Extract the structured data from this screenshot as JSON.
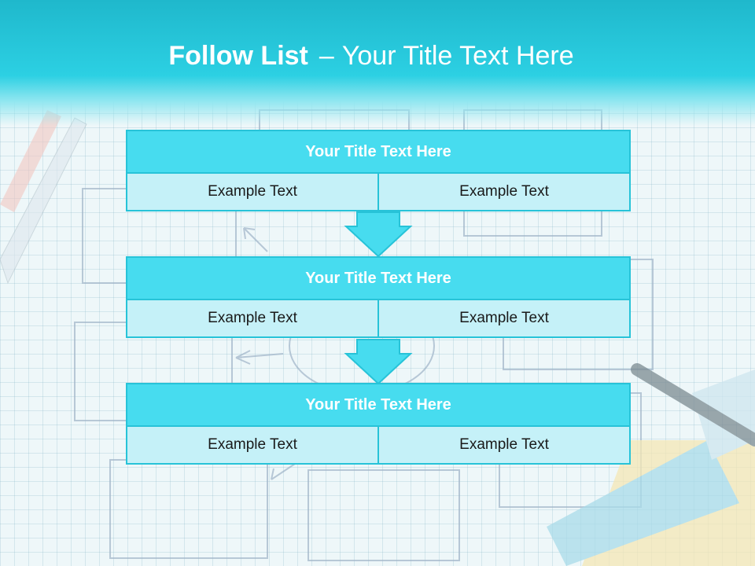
{
  "title": {
    "bold": "Follow List",
    "dash": "–",
    "rest": "Your Title Text Here"
  },
  "blocks": [
    {
      "title": "Your Title Text Here",
      "left": "Example Text",
      "right": "Example Text"
    },
    {
      "title": "Your Title Text Here",
      "left": "Example Text",
      "right": "Example Text"
    },
    {
      "title": "Your Title Text Here",
      "left": "Example Text",
      "right": "Example Text"
    }
  ],
  "colors": {
    "header": "#2cd0e3",
    "block_title": "#47dcef",
    "cell": "#c5f1f8",
    "border": "#27c3d8"
  }
}
